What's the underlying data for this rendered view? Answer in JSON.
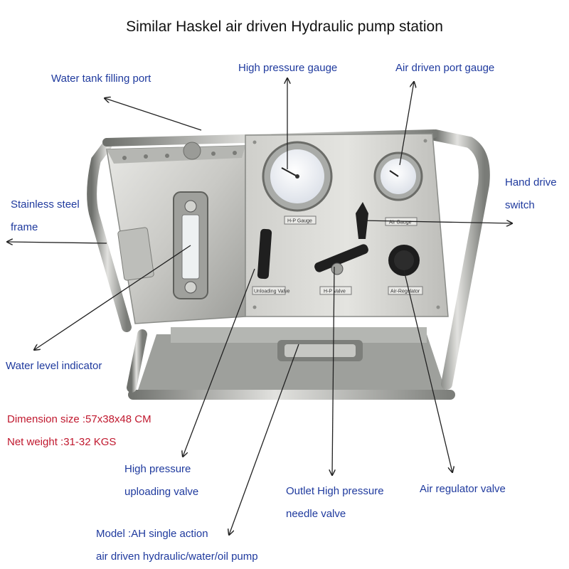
{
  "title": "Similar Haskel air driven Hydraulic pump station",
  "callouts": {
    "water_tank_filling_port": "Water tank filling port",
    "high_pressure_gauge": "High pressure gauge",
    "air_driven_port_gauge": "Air driven port gauge",
    "hand_drive_switch_1": "Hand drive",
    "hand_drive_switch_2": "switch",
    "stainless_frame_1": "Stainless steel",
    "stainless_frame_2": "frame",
    "water_level_indicator": "Water level indicator",
    "hp_uploading_valve_1": "High pressure",
    "hp_uploading_valve_2": "uploading valve",
    "outlet_needle_valve_1": "Outlet High pressure",
    "outlet_needle_valve_2": "needle valve",
    "air_regulator_valve": "Air regulator valve",
    "model_1": "Model :AH single action",
    "model_2": "air driven hydraulic/water/oil pump"
  },
  "specs": {
    "dimension": "Dimension size :57x38x48 CM",
    "net_weight": "Net weight :31-32 KGS"
  },
  "panel_labels": {
    "hp_gauge": "H-P Gauge",
    "air_gauge": "Air Gauge",
    "unloading_valve": "Unloading Valve",
    "hp_valve": "H-P Valve",
    "air_regulator": "Air-Regulator"
  },
  "colors": {
    "callout_text": "#1f3a9e",
    "spec_text": "#c0182e",
    "steel_light": "#d9d9d6",
    "steel_dark": "#8a8c88"
  }
}
